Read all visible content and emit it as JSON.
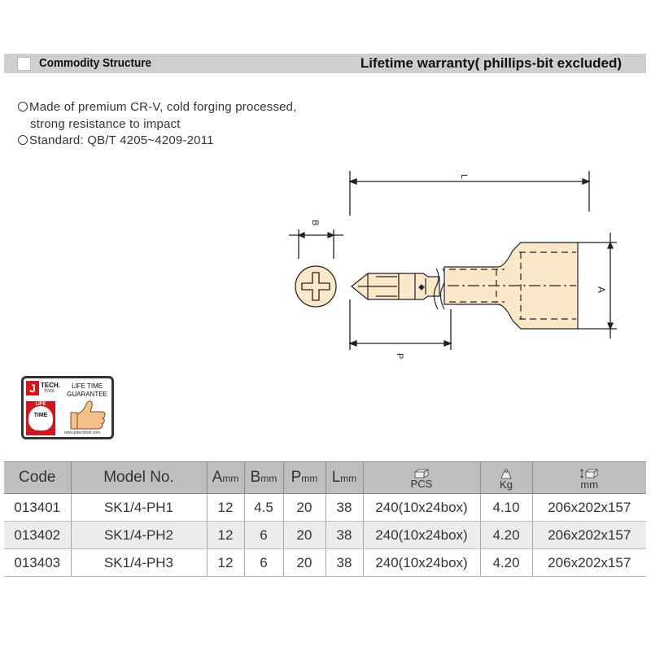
{
  "header": {
    "title": "Commodity Structure",
    "warranty": "Lifetime warranty( phillips-bit excluded)"
  },
  "features": {
    "line1": "Made of premium CR-V, cold forging processed,",
    "line2": "strong resistance to impact",
    "line3": "Standard: QB/T 4205~4209-2011"
  },
  "diagram": {
    "label_l": "L",
    "label_b": "B",
    "label_a": "A",
    "label_p": "P"
  },
  "badge": {
    "logo_letter": "J",
    "logo_tech": "TECH.",
    "logo_tool": "TOOL",
    "guarantee_line1": "LIFE TIME",
    "guarantee_line2": "GUARANTEE",
    "seal_line1": "LIFE",
    "seal_line2": "TIME",
    "url": "www.jetechtool.com"
  },
  "table": {
    "headers": {
      "code": "Code",
      "model": "Model No.",
      "a": "A",
      "b": "B",
      "p": "P",
      "l": "L",
      "unit": "mm",
      "pcs": "PCS",
      "kg": "Kg",
      "size_unit": "mm"
    },
    "rows": [
      {
        "code": "013401",
        "model": "SK1/4-PH1",
        "a": "12",
        "b": "4.5",
        "p": "20",
        "l": "38",
        "pcs": "240(10x24box)",
        "kg": "4.10",
        "size": "206x202x157"
      },
      {
        "code": "013402",
        "model": "SK1/4-PH2",
        "a": "12",
        "b": "6",
        "p": "20",
        "l": "38",
        "pcs": "240(10x24box)",
        "kg": "4.20",
        "size": "206x202x157"
      },
      {
        "code": "013403",
        "model": "SK1/4-PH3",
        "a": "12",
        "b": "6",
        "p": "20",
        "l": "38",
        "pcs": "240(10x24box)",
        "kg": "4.20",
        "size": "206x202x157"
      }
    ]
  },
  "colors": {
    "bit_fill": "#fbe8c8",
    "header_gray": "#cfcfcf",
    "brand_red": "#d7141a"
  }
}
